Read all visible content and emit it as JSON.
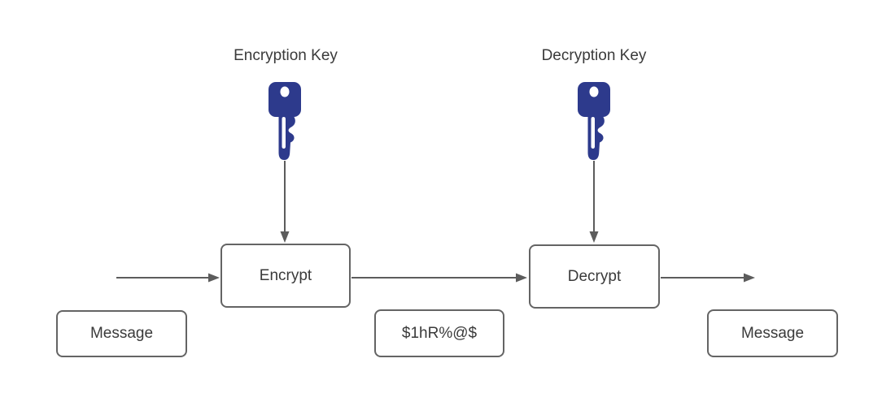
{
  "diagram": {
    "labels": {
      "encryption_key": "Encryption Key",
      "decryption_key": "Decryption Key"
    },
    "nodes": {
      "encrypt": "Encrypt",
      "decrypt": "Decrypt",
      "message_in": "Message",
      "ciphertext": "$1hR%@$",
      "message_out": "Message"
    },
    "icons": {
      "encryption_key_icon": "key-icon",
      "decryption_key_icon": "key-icon"
    },
    "colors": {
      "key": "#2d3a8c",
      "border": "#646464",
      "arrow": "#5c5c5c",
      "text": "#3a3a3a",
      "bg": "#ffffff"
    }
  }
}
